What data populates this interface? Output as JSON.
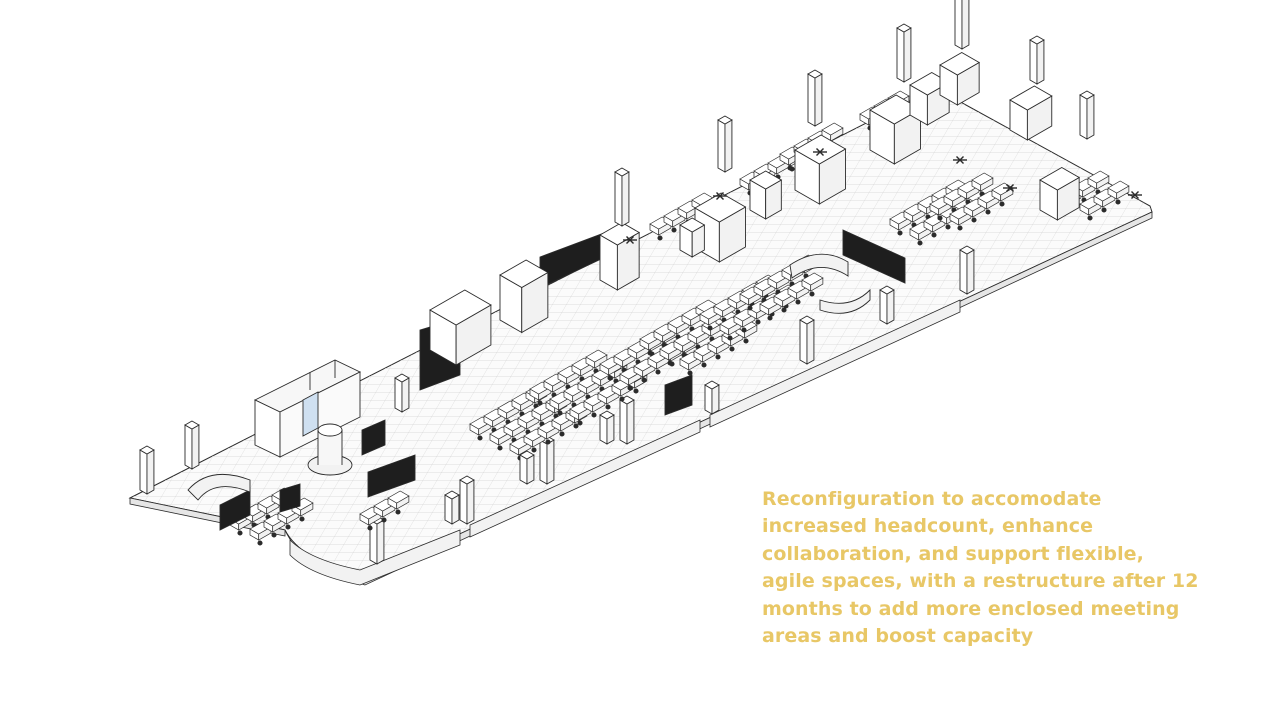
{
  "caption": {
    "lines": [
      "Reconfiguration to accomodate",
      "increased headcount, enhance",
      "collaboration, and support flexible,",
      "agile spaces, with a restructure after 12",
      "months to add more enclosed meeting",
      "areas and boost capacity"
    ]
  },
  "colors": {
    "caption": "#e8c766",
    "line": "#2b2b2b",
    "floor": "#fbfbfb",
    "dark_panel": "#1e1e1e",
    "glass": "#cfe0f1"
  }
}
